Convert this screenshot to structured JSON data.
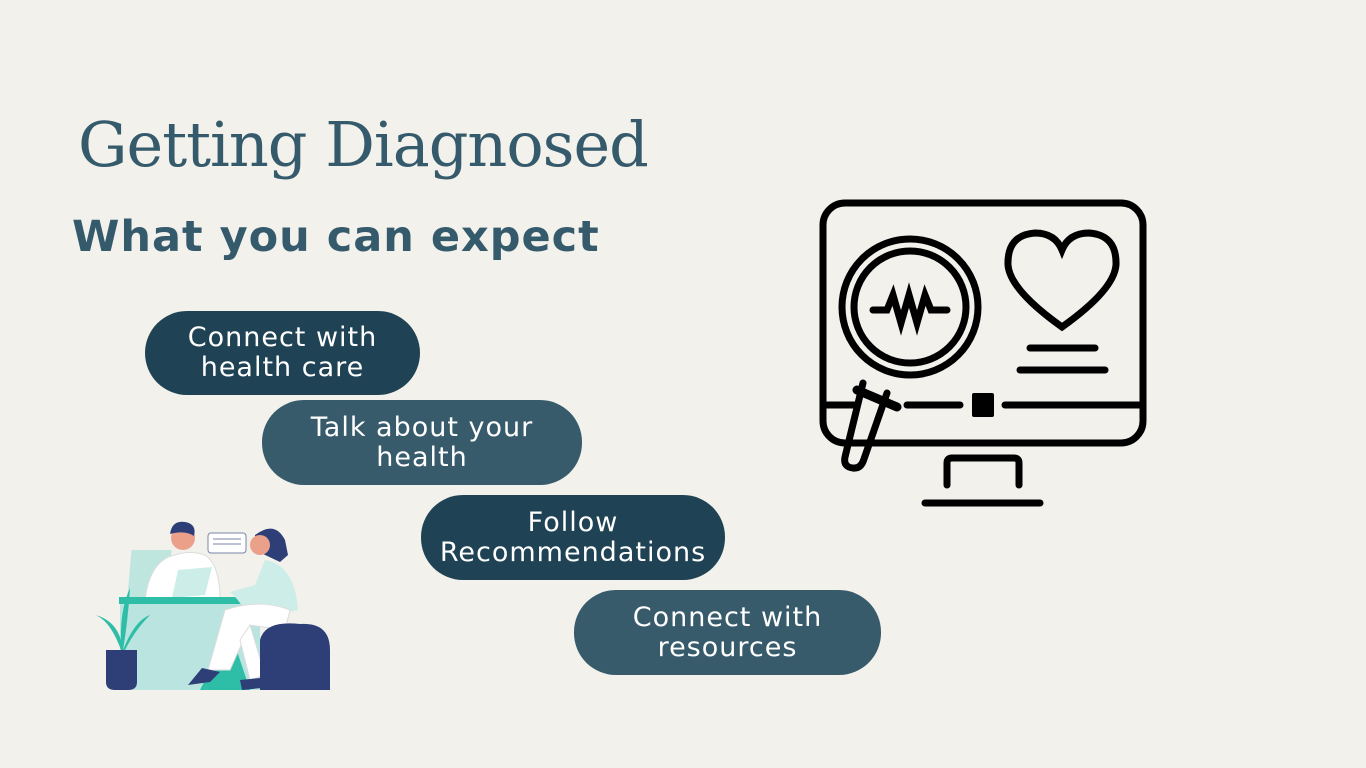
{
  "slide": {
    "title": "Getting Diagnosed",
    "subtitle": "What you can expect",
    "steps": [
      {
        "line1": "Connect with",
        "line2": "health care"
      },
      {
        "line1": "Talk about your",
        "line2": "health"
      },
      {
        "line1": "Follow",
        "line2": "Recommendations"
      },
      {
        "line1": "Connect with",
        "line2": "resources"
      }
    ]
  },
  "colors": {
    "background": "#f2f1ec",
    "title": "#345a6b",
    "pill_dark": "#1f4354",
    "pill_light": "#385b6c"
  }
}
